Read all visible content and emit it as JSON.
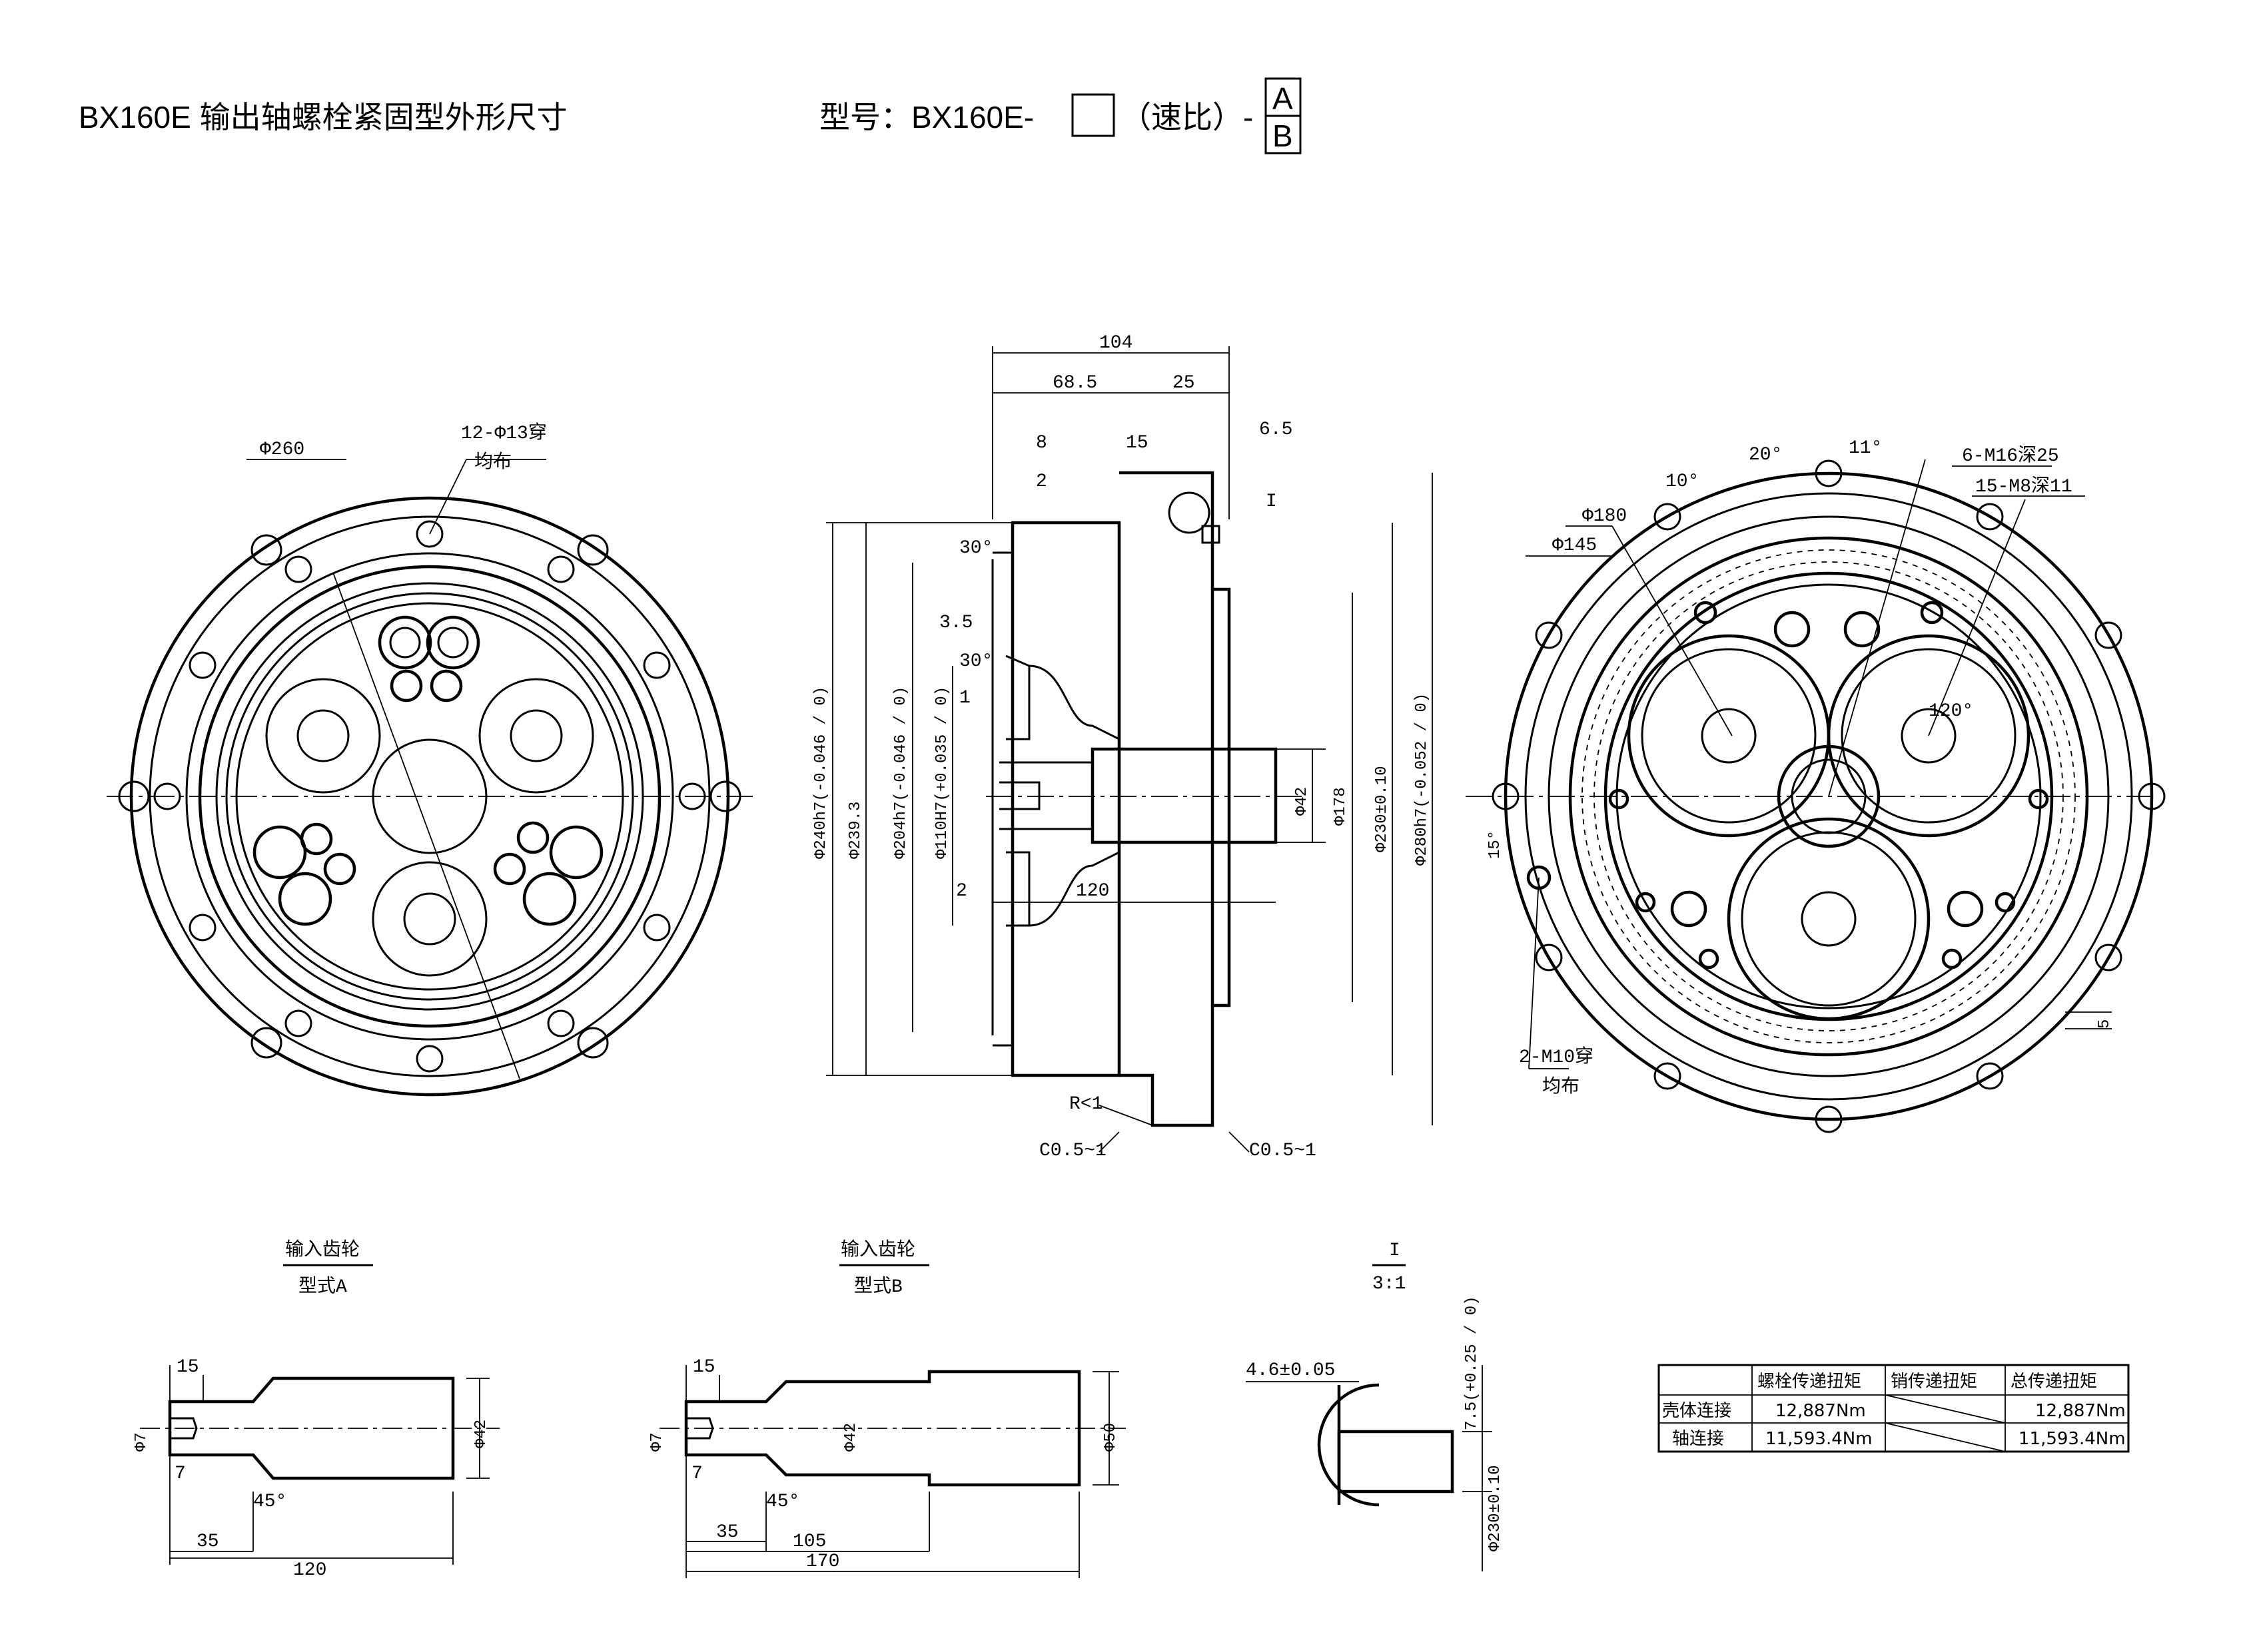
{
  "title": "BX160E 输出轴螺栓紧固型外形尺寸",
  "model": {
    "prefix": "型号：BX160E-",
    "ratio": "（速比）-",
    "option_a": "A",
    "option_b": "B"
  },
  "left_view": {
    "d260": "Φ260",
    "holes": "12-Φ13穿",
    "holes_sub": "均布"
  },
  "section": {
    "l104": "104",
    "l68": "68.5",
    "l25": "25",
    "l8": "8",
    "l2a": "2",
    "l15": "15",
    "l6": "6.5",
    "detail": "I",
    "a30a": "30°",
    "a30b": "30°",
    "l35": "3.5",
    "l1": "1",
    "l2b": "2",
    "l120": "120",
    "d240": "Φ240h7(-0.046 / 0)",
    "d239": "Φ239.3",
    "d204": "Φ204h7(-0.046 / 0)",
    "d110": "Φ110H7(+0.035 / 0)",
    "d42": "Φ42",
    "d178": "Φ178",
    "d230": "Φ230±0.10",
    "d280": "Φ280h7(-0.052 / 0)",
    "r1": "R<1",
    "c1": "C0.5~1",
    "c2": "C0.5~1"
  },
  "right_view": {
    "a10": "10°",
    "a20": "20°",
    "a11": "11°",
    "m16": "6-M16深25",
    "m8": "15-M8深11",
    "d180": "Φ180",
    "d145": "Φ145",
    "a120": "120°",
    "a15": "15°",
    "m10": "2-M10穿",
    "m10_sub": "均布",
    "l5": "5"
  },
  "gear_a": {
    "label": "输入齿轮",
    "sub": "型式A",
    "l15": "15",
    "d7": "Φ7",
    "l7": "7",
    "a45": "45°",
    "d42": "Φ42",
    "l35": "35",
    "l120": "120"
  },
  "gear_b": {
    "label": "输入齿轮",
    "sub": "型式B",
    "l15": "15",
    "d7": "Φ7",
    "l7": "7",
    "a45": "45°",
    "d42": "Φ42",
    "d50": "Φ50",
    "l35": "35",
    "l105": "105",
    "l170": "170"
  },
  "detail_i": {
    "label": "I",
    "scale": "3:1",
    "l46": "4.6±0.05",
    "l75": "7.5(+0.25 / 0)",
    "d230": "Φ230±0.10"
  },
  "torque_table": {
    "headers": [
      "螺栓传递扭矩",
      "销传递扭矩",
      "总传递扭矩"
    ],
    "rows": [
      {
        "label": "壳体连接",
        "bolt": "12,887Nm",
        "pin": "",
        "total": "12,887Nm"
      },
      {
        "label": "轴连接",
        "bolt": "11,593.4Nm",
        "pin": "",
        "total": "11,593.4Nm"
      }
    ]
  }
}
